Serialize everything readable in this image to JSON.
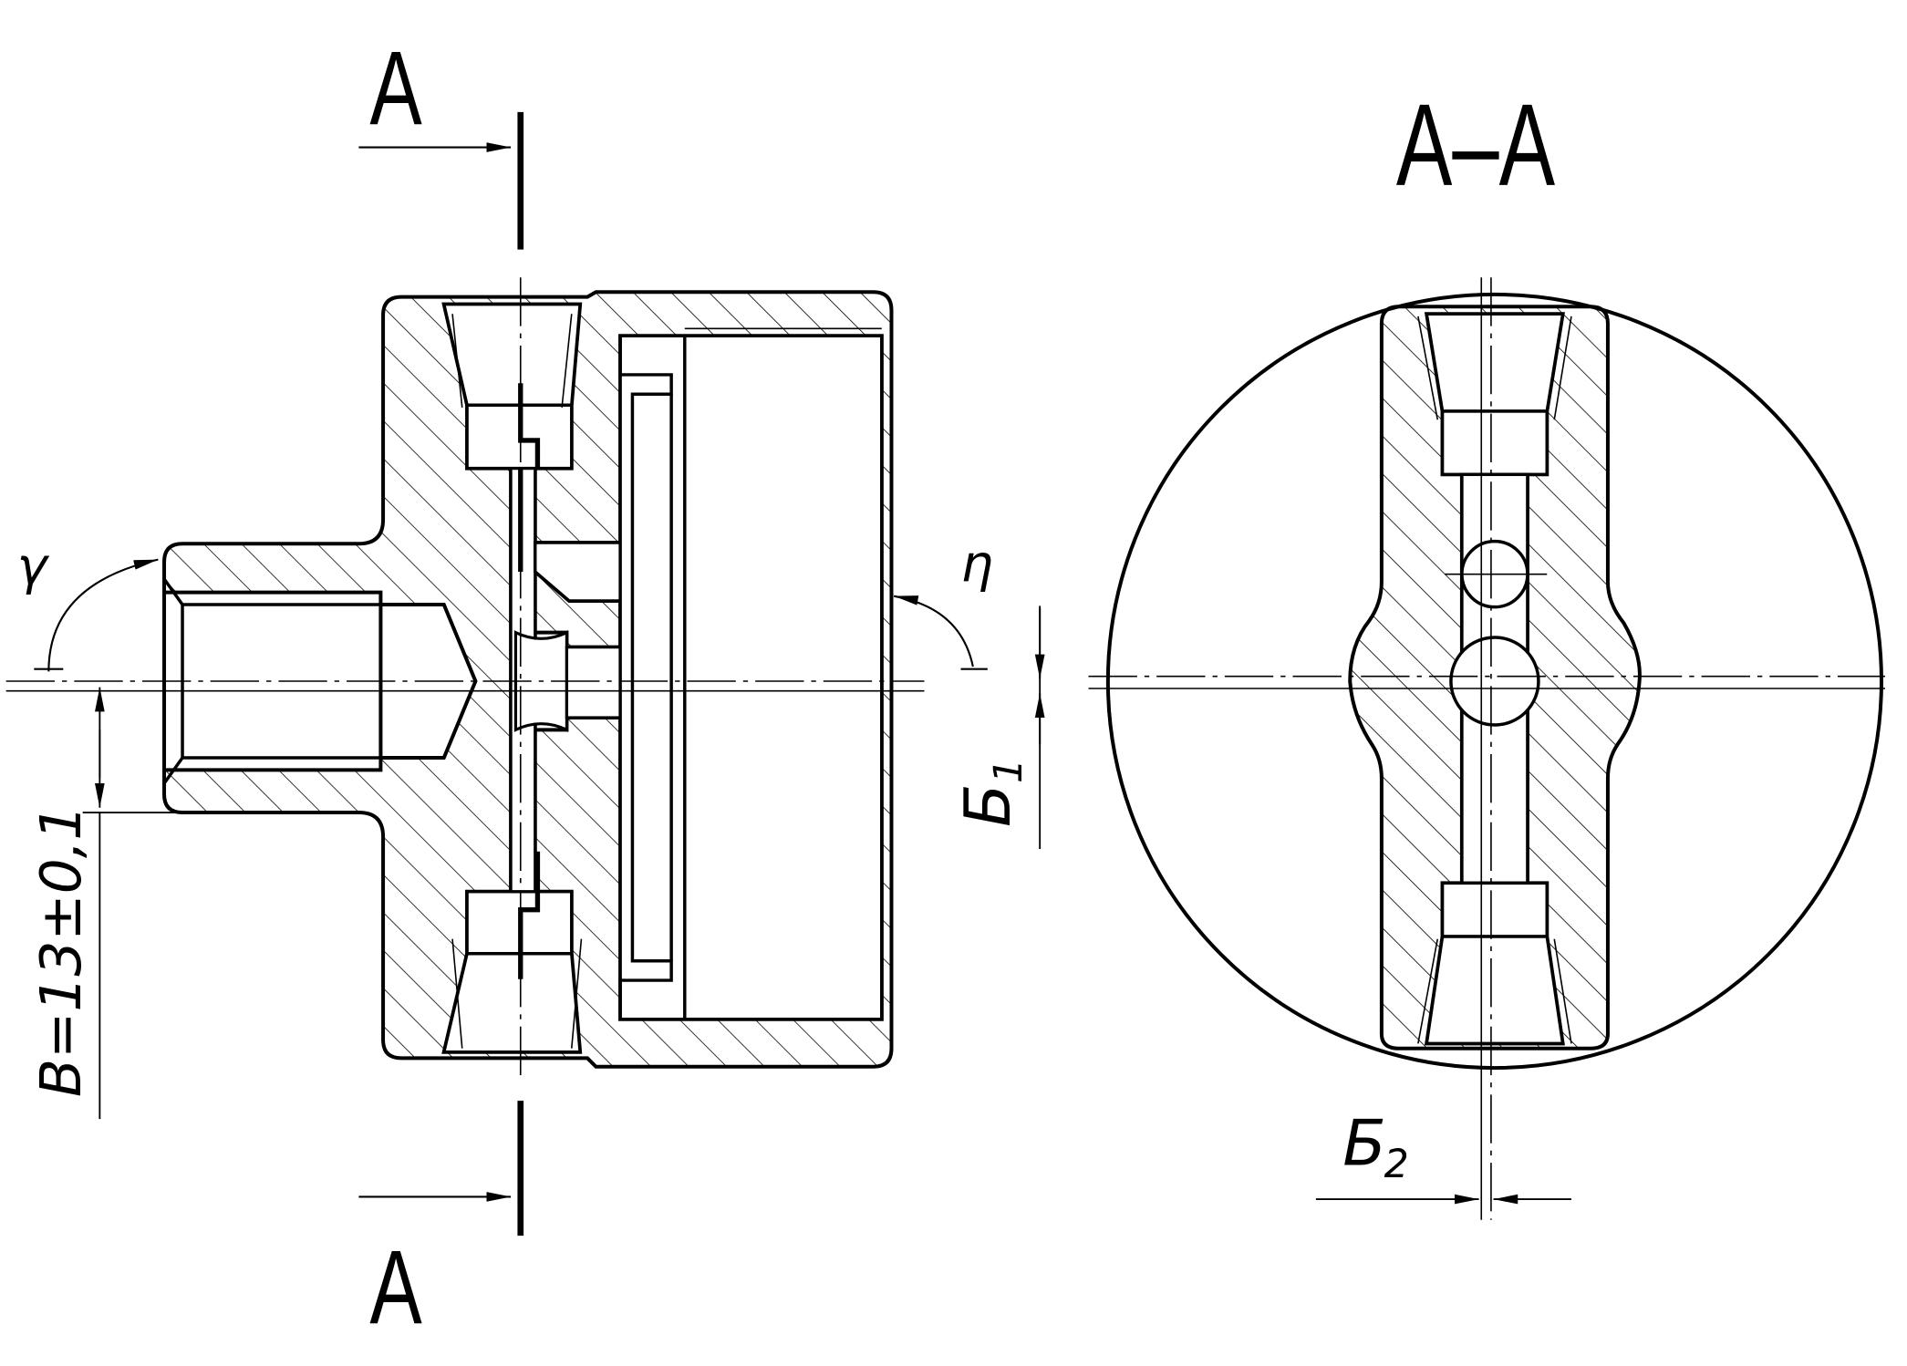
{
  "section_marks": {
    "cut_letter_top": "А",
    "cut_letter_bottom": "А",
    "section_title": "А–А"
  },
  "angles": {
    "left": "γ",
    "right": "η"
  },
  "dimensions": {
    "B": "B=13±0,1",
    "b1": "Б",
    "b1_sub": "1",
    "b2": "Б",
    "b2_sub": "2"
  },
  "colors": {
    "line": "#000000",
    "background": "#ffffff"
  }
}
